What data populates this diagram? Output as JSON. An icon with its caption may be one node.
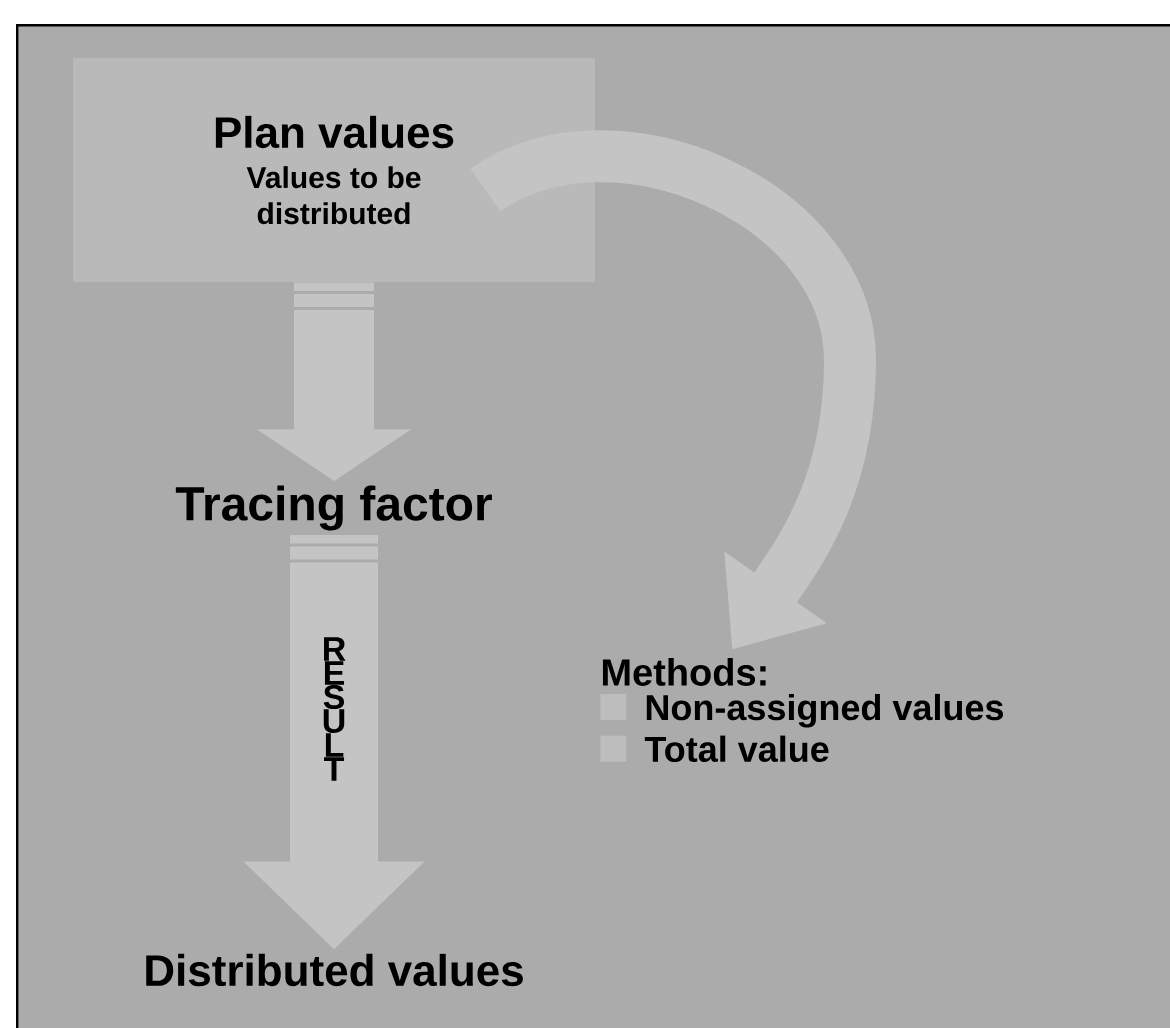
{
  "diagram": {
    "nodes": [
      {
        "text": [
          "Plan values",
          "Values to be distributed"
        ]
      },
      {
        "text": [
          "Tracing factor"
        ]
      },
      {
        "text": [
          "Distributed values"
        ]
      },
      {
        "text": [
          "Methods:",
          "Non-assigned values",
          "Total value"
        ]
      }
    ],
    "edges": [
      {
        "from": 0,
        "to": 1,
        "arrow": "to"
      },
      {
        "from": 1,
        "to": 2,
        "arrow": "to",
        "label": "RESULT"
      },
      {
        "from": 0,
        "to": 3,
        "arrow": "to"
      }
    ]
  }
}
